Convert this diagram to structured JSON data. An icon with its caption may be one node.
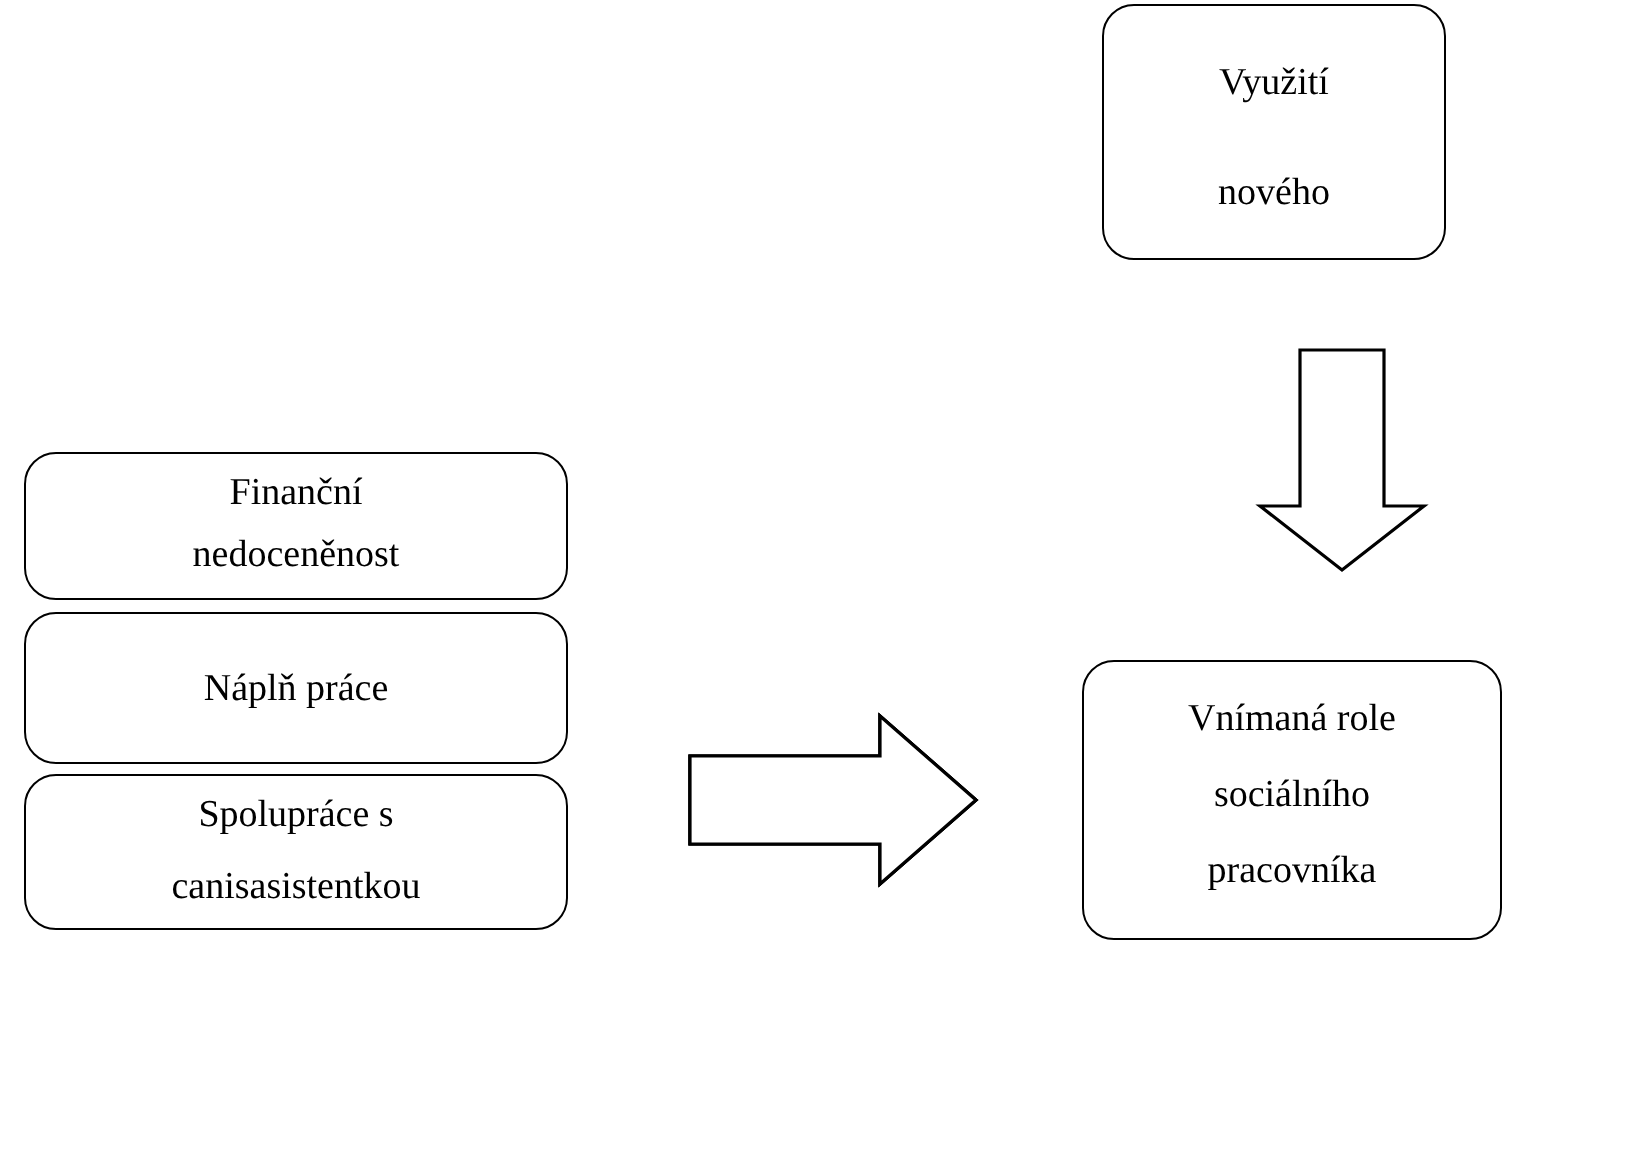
{
  "diagram": {
    "nodes": [
      {
        "text": [
          "Využití nového"
        ]
      },
      {
        "text": [
          "Finanční nedoceněnost"
        ]
      },
      {
        "text": [
          "Náplň práce"
        ]
      },
      {
        "text": [
          "Spolupráce s canisasistentkou"
        ]
      },
      {
        "text": [
          "Vnímaná role sociálního pracovníka"
        ]
      }
    ],
    "edges": [
      {
        "from": 0,
        "to": 4,
        "arrow": "to",
        "style": "thick"
      },
      {
        "from": 1,
        "to": 4,
        "arrow": "to",
        "style": "thick"
      },
      {
        "from": 2,
        "to": 4,
        "arrow": "to",
        "style": "thick"
      },
      {
        "from": 3,
        "to": 4,
        "arrow": "to",
        "style": "thick"
      }
    ]
  }
}
